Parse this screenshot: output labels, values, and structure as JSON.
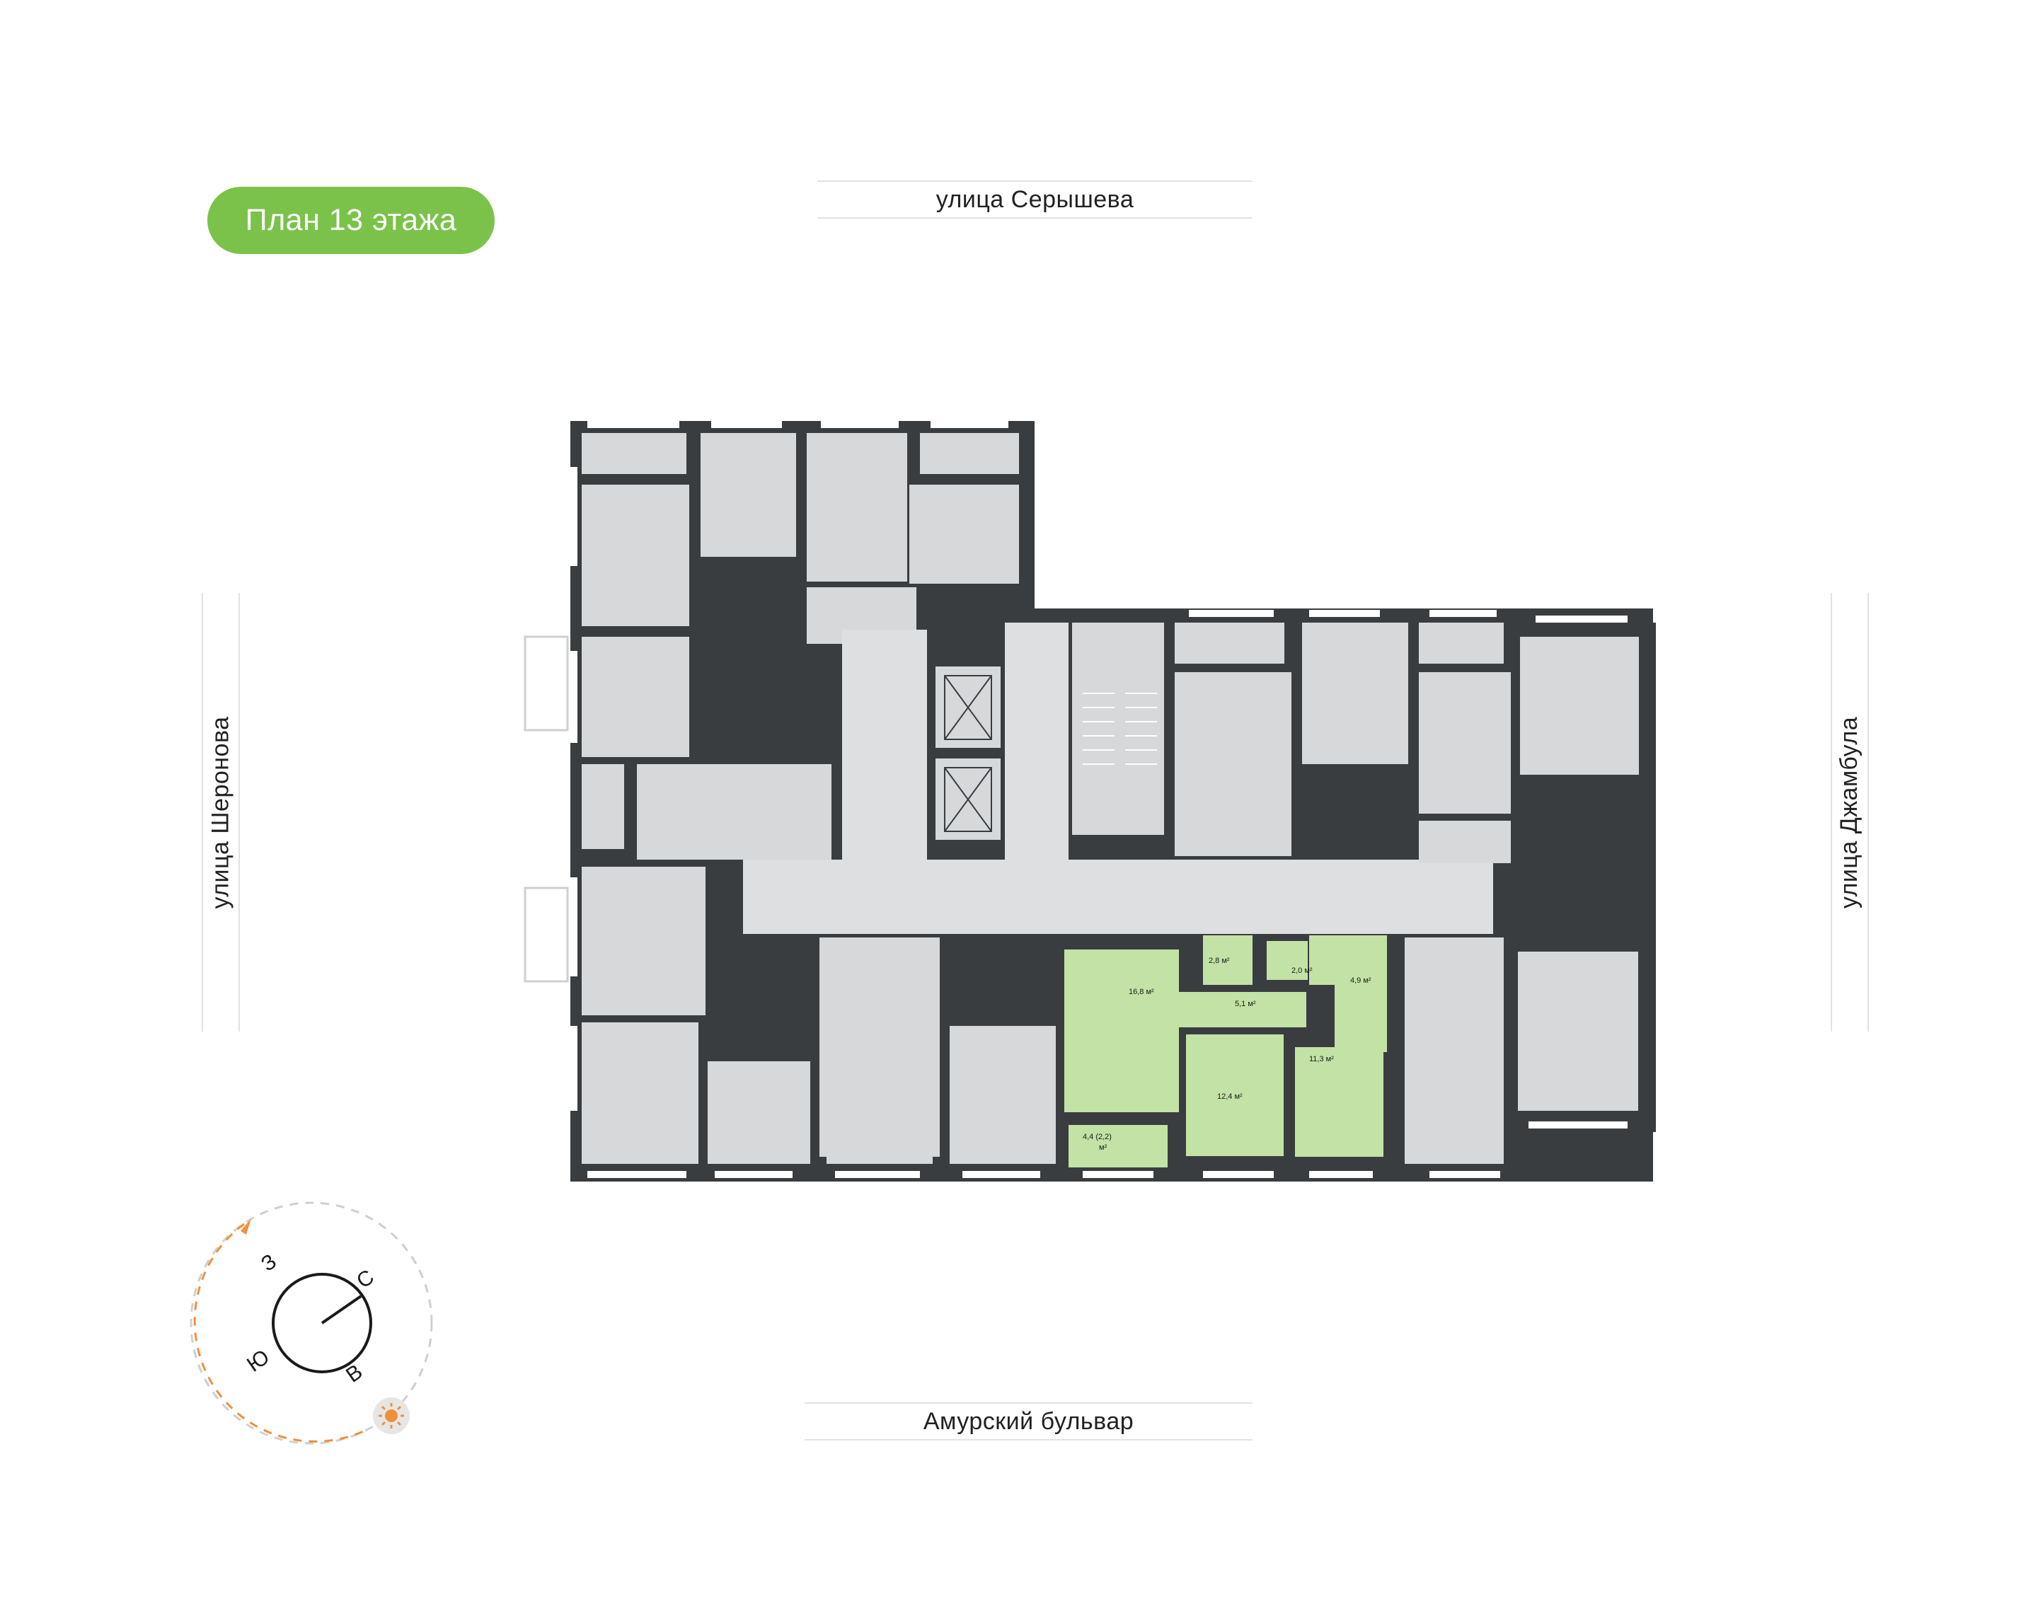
{
  "floor_plan": {
    "title": "План 13 этажа",
    "accent_color": "#7bc24a",
    "highlight_color": "#c2e3a5",
    "room_color": "#d6d8da",
    "wall_color": "#3a3d40"
  },
  "streets": {
    "north": "улица Серышева",
    "west": "улица Шеронова",
    "east": "улица Джамбула",
    "south": "Амурский бульвар"
  },
  "apartment_areas": {
    "living": "16,8  м²",
    "storage": "2,8  м²",
    "bath": "2,0  м²",
    "wc": "4,9  м²",
    "hall": "5,1  м²",
    "bedroom1": "12,4  м²",
    "bedroom2": "11,3  м²",
    "balcony_line1": "4,4 (2,2)",
    "balcony_line2": "м²"
  },
  "compass": {
    "north": "С",
    "east": "В",
    "south": "Ю",
    "west": "З",
    "sun_icon": "sun-icon",
    "orbit_color": "#f0903a"
  }
}
